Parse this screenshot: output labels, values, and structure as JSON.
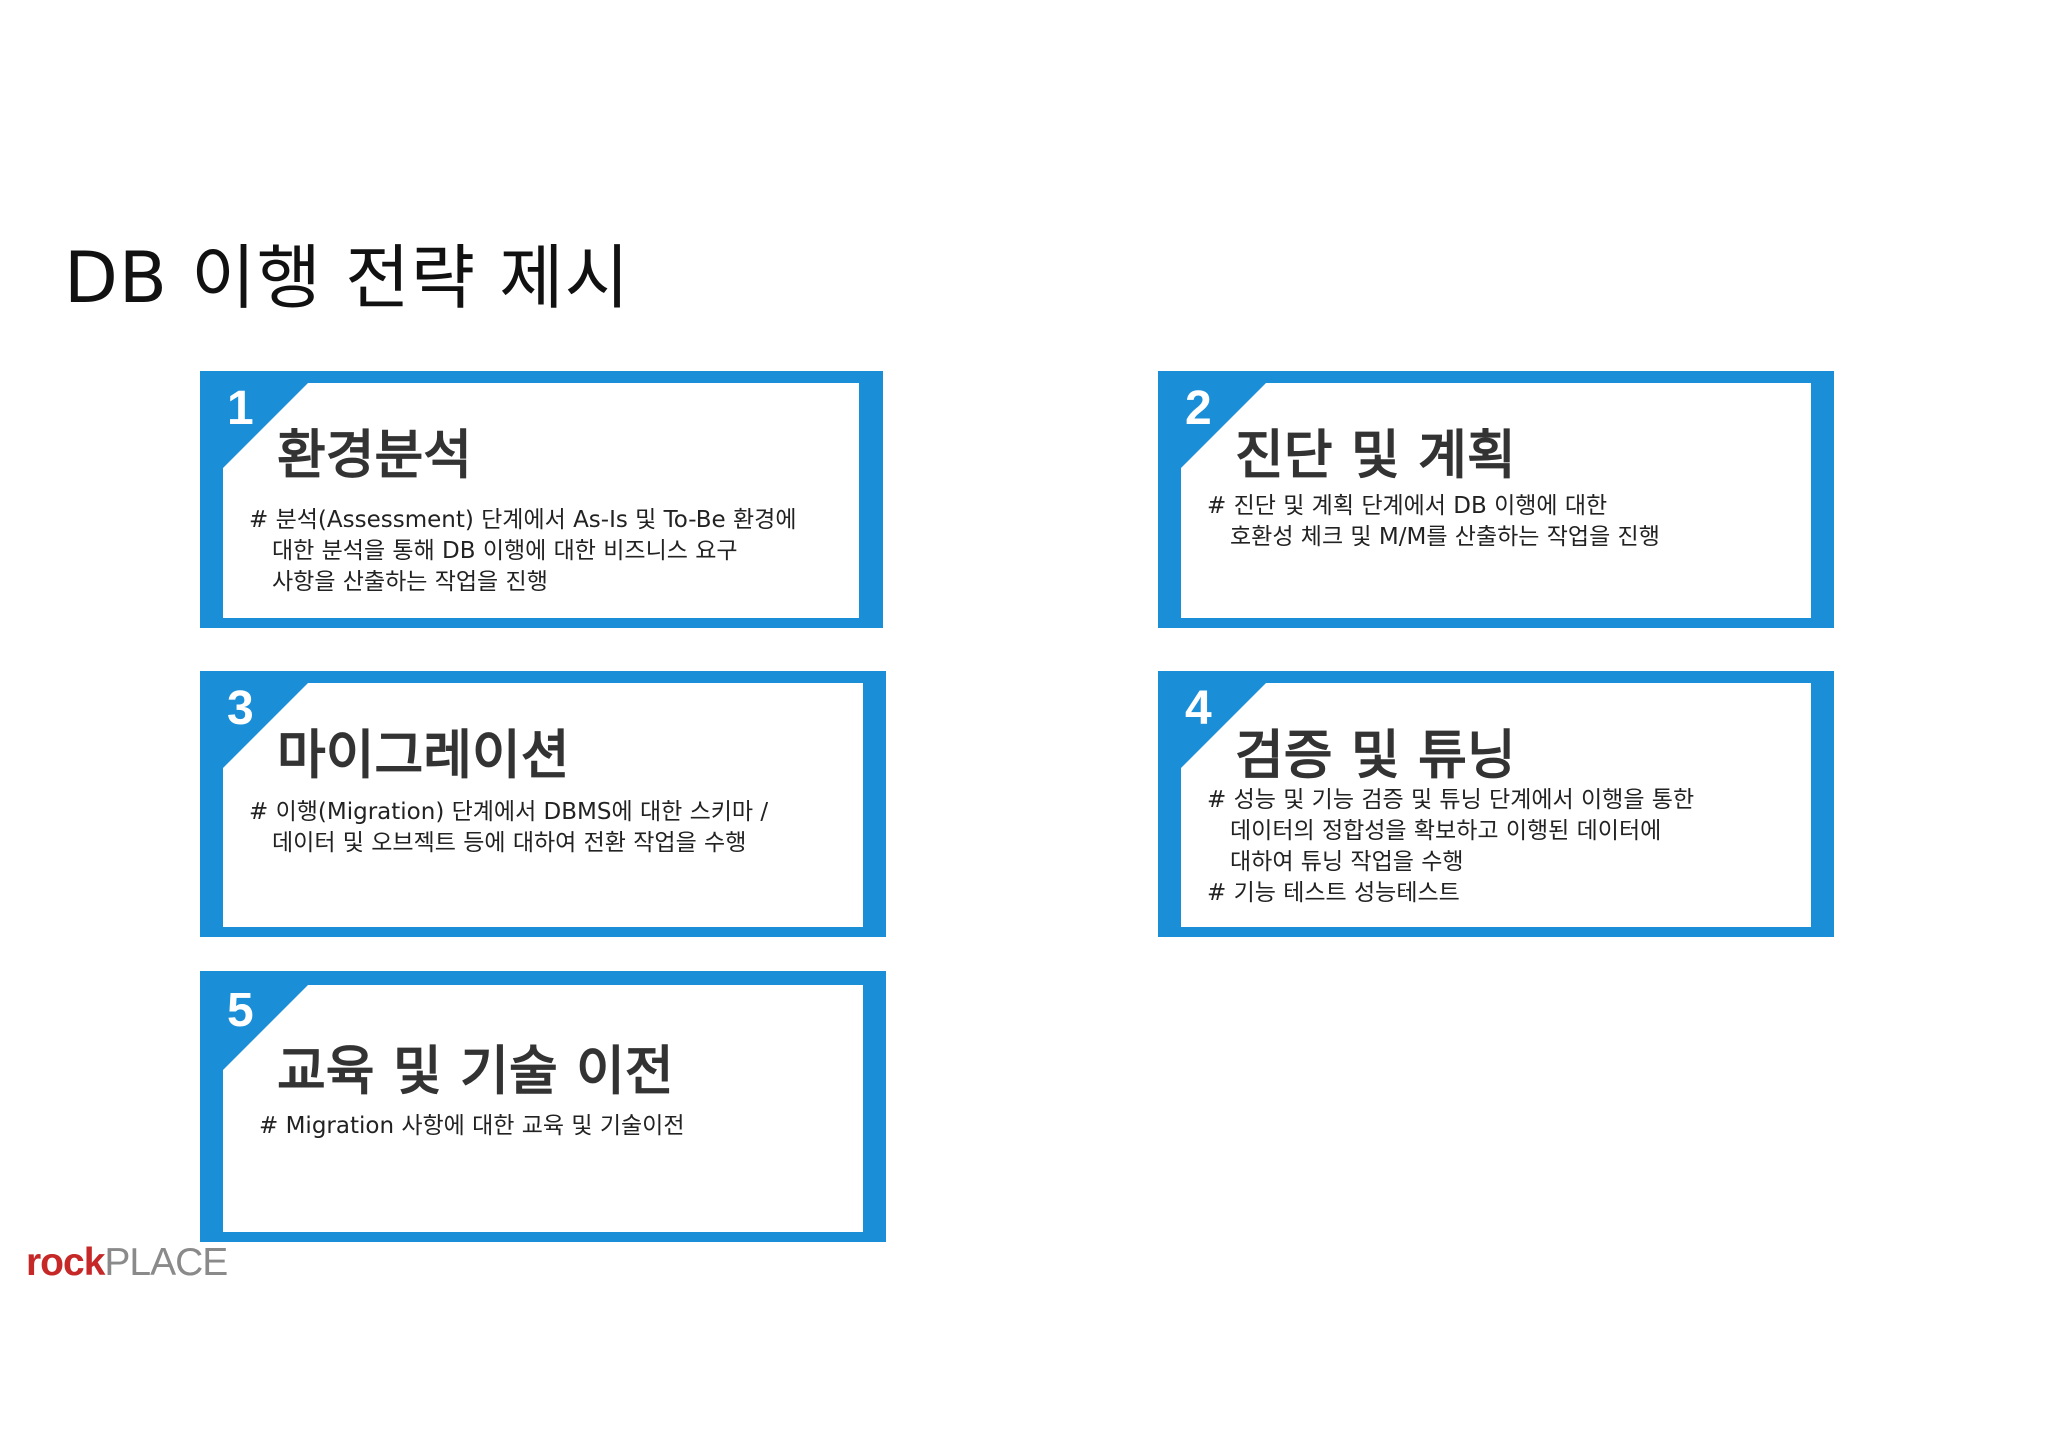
{
  "page": {
    "title": "DB 이행 전략 제시",
    "accent_color": "#1a8fd8"
  },
  "cards": [
    {
      "number": "1",
      "title": "환경분석",
      "lines": [
        "# 분석(Assessment) 단계에서 As-Is 및 To-Be 환경에",
        "대한 분석을 통해 DB 이행에 대한 비즈니스 요구",
        "사항을 산출하는 작업을 진행"
      ]
    },
    {
      "number": "2",
      "title": "진단 및 계획",
      "lines": [
        "# 진단 및 계획 단계에서 DB 이행에 대한",
        "호환성 체크 및 M/M를 산출하는 작업을 진행"
      ]
    },
    {
      "number": "3",
      "title": "마이그레이션",
      "lines": [
        "# 이행(Migration) 단계에서 DBMS에 대한 스키마 /",
        "데이터 및 오브젝트 등에 대하여 전환 작업을 수행"
      ]
    },
    {
      "number": "4",
      "title": "검증 및 튜닝",
      "lines": [
        "# 성능 및 기능 검증 및 튜닝 단계에서 이행을 통한",
        "데이터의 정합성을 확보하고 이행된 데이터에",
        "대하여 튜닝 작업을 수행",
        "# 기능 테스트 성능테스트"
      ]
    },
    {
      "number": "5",
      "title": "교육 및 기술 이전",
      "lines": [
        "# Migration 사항에 대한 교육 및 기술이전"
      ]
    }
  ],
  "logo": {
    "bold": "rock",
    "light": "PLACE",
    "bold_color": "#c62828",
    "light_color": "#8a8a8a"
  }
}
